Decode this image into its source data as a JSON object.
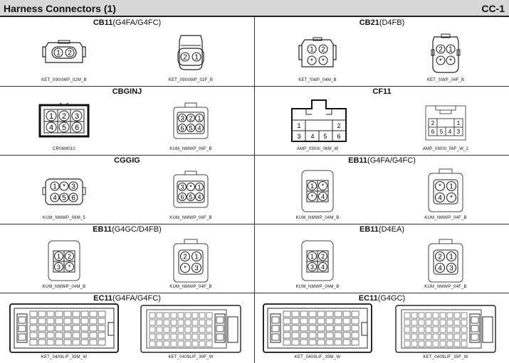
{
  "header": {
    "title": "Harness Connectors (1)",
    "code": "CC-1"
  },
  "rows": [
    {
      "left": {
        "id": "CB11",
        "suffix": "(G4FA/G4FC)",
        "caps": [
          "KET_090IIWP_02M_B",
          "KET_090IIWP_02F_B"
        ]
      },
      "right": {
        "id": "CB21",
        "suffix": "(D4FB)",
        "caps": [
          "KET_SWP_04M_B",
          "KET_SWP_04F_B"
        ]
      }
    },
    {
      "left": {
        "id": "CBGINJ",
        "suffix": "",
        "caps": [
          "CR06M010",
          "KUM_NMWP_06F_B"
        ]
      },
      "right": {
        "id": "CF11",
        "suffix": "",
        "caps": [
          "AMP_090III_06M_W",
          "AMP_090III_06F_W_2"
        ]
      }
    },
    {
      "left": {
        "id": "CGGIG",
        "suffix": "",
        "caps": [
          "KUM_NMWP_06M_5",
          "KUM_NMWP_06F_B"
        ]
      },
      "right": {
        "id": "EB11",
        "suffix": "(G4FA/G4FC)",
        "caps": [
          "KUM_NMWP_04M_B",
          "KUM_NMWP_04F_B"
        ]
      }
    },
    {
      "left": {
        "id": "EB11",
        "suffix": "(G4GC/D4FB)",
        "caps": [
          "KUM_NMWP_04M_B",
          "KUM_NMWP_04F_B"
        ]
      },
      "right": {
        "id": "EB11",
        "suffix": "(D4EA)",
        "caps": [
          "KUM_NMWP_04M_B",
          "KUM_NMWP_04F_B"
        ]
      }
    },
    {
      "left": {
        "id": "EC11",
        "suffix": "(G4FA/G4FC)",
        "caps": [
          "KET_0409LIF_39M_W",
          "KET_0409LIF_39F_W"
        ]
      },
      "right": {
        "id": "EC11",
        "suffix": "(G4GC)",
        "caps": [
          "KET_0409LIF_39M_W",
          "KET_0409LIF_39F_W"
        ]
      }
    }
  ],
  "pins": {
    "cb11_m": [
      "1",
      "2"
    ],
    "cb11_f": [
      "2",
      "1"
    ],
    "cb21_m": [
      "1",
      "2",
      "*",
      "*"
    ],
    "cb21_f": [
      "2",
      "1",
      "*",
      "*"
    ],
    "cbginj_m": [
      "1",
      "2",
      "3",
      "4",
      "5",
      "6"
    ],
    "cbginj_f": [
      "3",
      "2",
      "1",
      "6",
      "5",
      "4"
    ],
    "cf11_m": [
      "1",
      "2",
      "3",
      "4",
      "5",
      "6"
    ],
    "cf11_f": [
      "2",
      "1",
      "6",
      "5",
      "4",
      "3"
    ],
    "cggig_m": [
      "1",
      "*",
      "3",
      "4",
      "5",
      "6"
    ],
    "cggig_f": [
      "3",
      "*",
      "1",
      "6",
      "5",
      "4"
    ],
    "eb11a_m": [
      "1",
      "*",
      "*",
      "4"
    ],
    "eb11a_f": [
      "*",
      "1",
      "4",
      "*"
    ],
    "eb11b_m": [
      "1",
      "2",
      "3",
      "*"
    ],
    "eb11b_f": [
      "2",
      "1",
      "*",
      "3"
    ],
    "eb11c_m": [
      "1",
      "2",
      "3",
      "4"
    ],
    "eb11c_f": [
      "2",
      "1",
      "4",
      "3"
    ]
  }
}
